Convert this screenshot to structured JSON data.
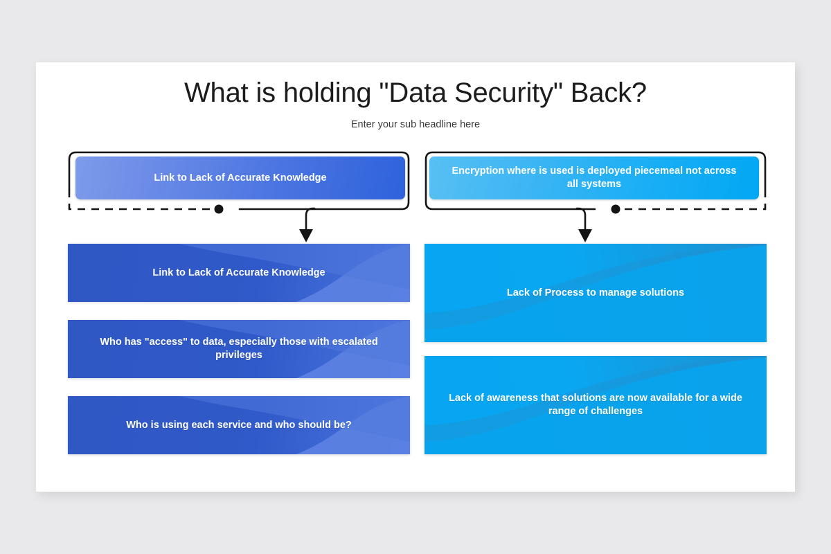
{
  "slide": {
    "title": "What is holding \"Data Security\" Back?",
    "subtitle": "Enter your sub headline here",
    "colors": {
      "page_background": "#e9e9eb",
      "slide_background": "#ffffff",
      "title_color": "#1c1c1c",
      "left_accent": "#2f62dc",
      "right_accent": "#02a7f4",
      "connector": "#141414"
    }
  },
  "columns": [
    {
      "id": "left-column",
      "accent": "#2f62dc",
      "header": {
        "label": "Link to Lack of Accurate Knowledge",
        "dash_side": "left"
      },
      "cards": [
        {
          "label": "Link to Lack of Accurate Knowledge"
        },
        {
          "label": "Who has \"access\" to data, especially those with escalated privileges"
        },
        {
          "label": "Who is using each service and who should be?"
        }
      ]
    },
    {
      "id": "right-column",
      "accent": "#02a7f4",
      "header": {
        "label": "Encryption where is used is deployed piecemeal not across all systems",
        "dash_side": "right"
      },
      "cards": [
        {
          "label": "Lack of Process to manage solutions"
        },
        {
          "label": "Lack of awareness that solutions are now available for a wide range of challenges"
        }
      ]
    }
  ]
}
